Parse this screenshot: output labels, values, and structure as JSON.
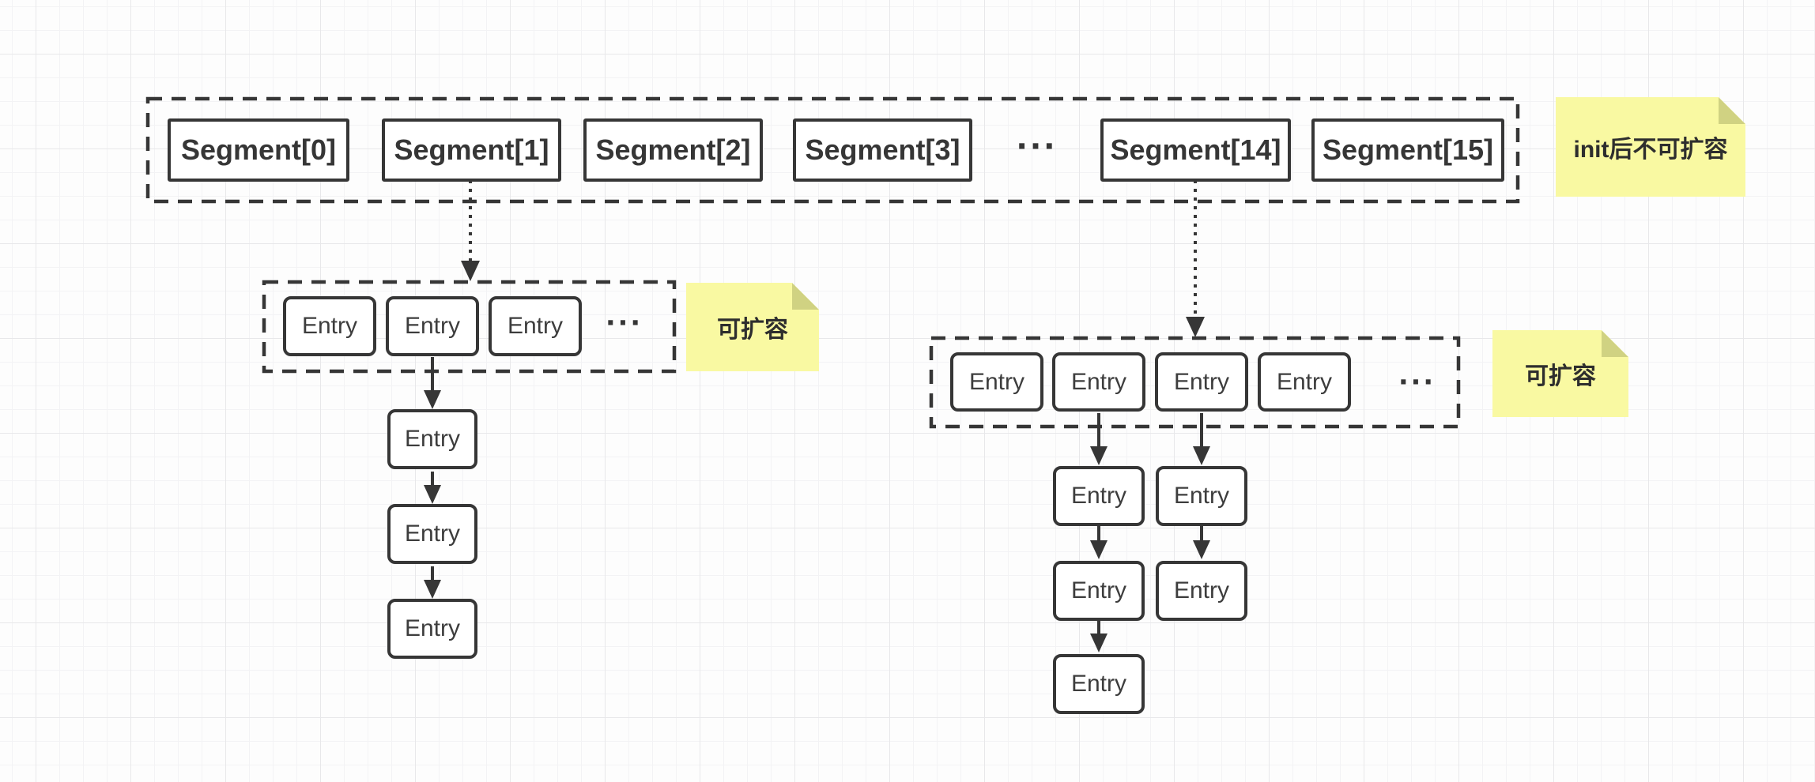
{
  "labels": {
    "entry": "Entry",
    "ellipsis": "..."
  },
  "segments": [
    "Segment[0]",
    "Segment[1]",
    "Segment[2]",
    "Segment[3]",
    "Segment[14]",
    "Segment[15]"
  ],
  "notes": {
    "init_note": "init后不可扩容",
    "left_expand_note": "可扩容",
    "right_expand_note": "可扩容"
  },
  "colors": {
    "line": "#363636",
    "note_background": "#f9f9a2",
    "note_fold": "#d0d282",
    "box_background": "#ffffff",
    "canvas_background": "#fdfdfd",
    "grid_minor": "#f3f3f5",
    "grid_major": "#e8e8ea"
  }
}
